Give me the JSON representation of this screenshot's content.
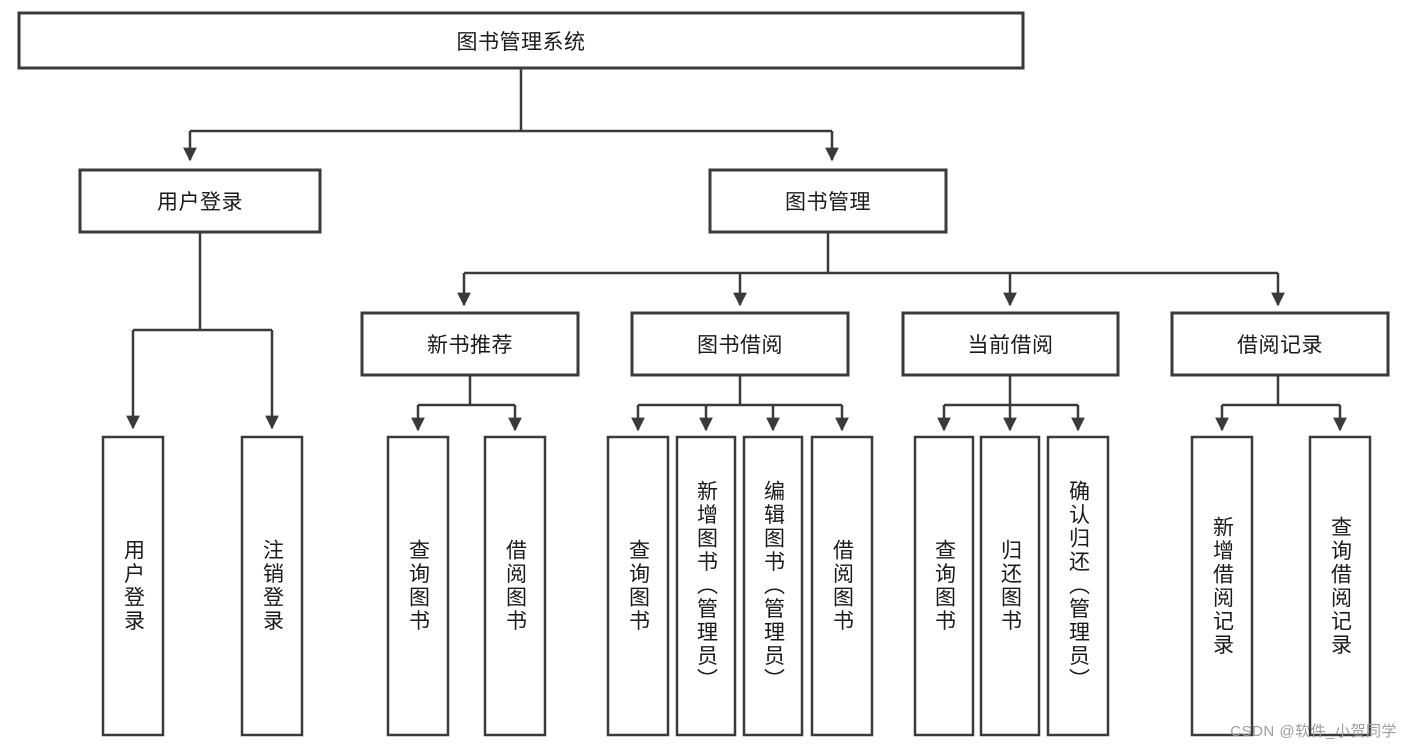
{
  "diagram": {
    "type": "tree-hierarchy-chart",
    "title": "图书管理系统",
    "watermark": "CSDN @软件_小贺同学",
    "colors": {
      "stroke": "#3a3a3a",
      "fill": "#ffffff",
      "text": "#1a1a1a",
      "watermark": "#9d9d9d"
    },
    "root": {
      "label": "图书管理系统"
    },
    "level2": [
      {
        "label": "用户登录"
      },
      {
        "label": "图书管理"
      }
    ],
    "level3": [
      {
        "label": "新书推荐"
      },
      {
        "label": "图书借阅"
      },
      {
        "label": "当前借阅"
      },
      {
        "label": "借阅记录"
      }
    ],
    "leaves": {
      "user_login": [
        {
          "label": "用户登录"
        },
        {
          "label": "注销登录"
        }
      ],
      "new_book_recommend": [
        {
          "label": "查询图书"
        },
        {
          "label": "借阅图书"
        }
      ],
      "book_borrow": [
        {
          "label": "查询图书"
        },
        {
          "label": "新增图书（管理员）"
        },
        {
          "label": "编辑图书（管理员）"
        },
        {
          "label": "借阅图书"
        }
      ],
      "current_borrow": [
        {
          "label": "查询图书"
        },
        {
          "label": "归还图书"
        },
        {
          "label": "确认归还（管理员）"
        }
      ],
      "borrow_record": [
        {
          "label": "新增借阅记录"
        },
        {
          "label": "查询借阅记录"
        }
      ]
    }
  }
}
